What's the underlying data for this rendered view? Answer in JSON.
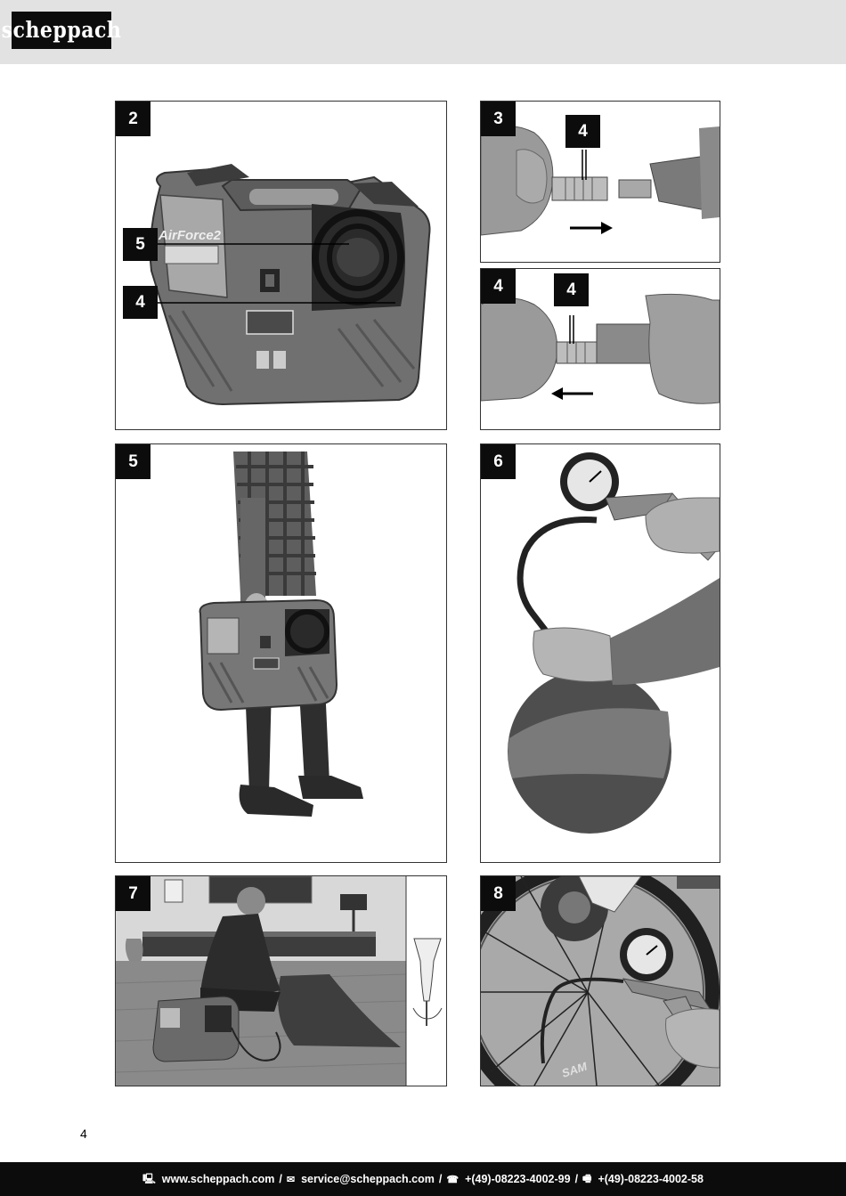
{
  "header": {
    "logo_text": "scheppach"
  },
  "figures": [
    {
      "label": "2",
      "callouts": [
        "5",
        "4"
      ],
      "model_text": "AirForce2"
    },
    {
      "label": "3",
      "callouts": [
        "4"
      ]
    },
    {
      "label": "4",
      "callouts": [
        "4"
      ]
    },
    {
      "label": "5"
    },
    {
      "label": "6"
    },
    {
      "label": "7"
    },
    {
      "label": "8",
      "tire_text": "SAM"
    }
  ],
  "page_number": "4",
  "footer": {
    "website": "www.scheppach.com",
    "email": "service@scheppach.com",
    "phone": "+(49)-08223-4002-99",
    "fax": "+(49)-08223-4002-58",
    "separator": "/",
    "icons": [
      "computer-icon",
      "mail-icon",
      "phone-icon",
      "fax-icon"
    ]
  },
  "colors": {
    "bar": "#0c0c0c",
    "header_bg": "#e2e2e2"
  }
}
